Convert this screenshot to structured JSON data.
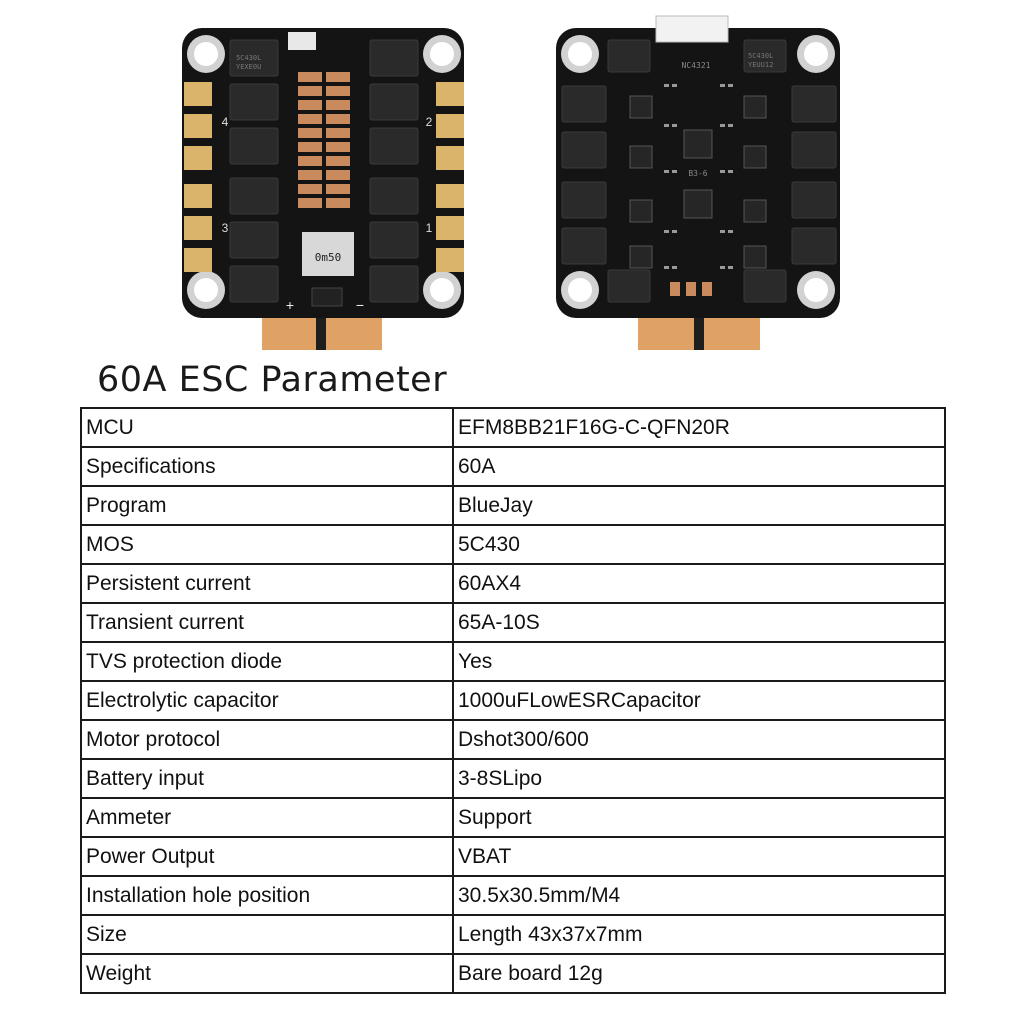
{
  "front_board": {
    "chip_label": "0m50",
    "motor_labels": [
      "4",
      "3",
      "2",
      "1"
    ],
    "polarity_plus": "+",
    "polarity_minus": "−",
    "mosfet_text": "5C430L",
    "mosfet_code": "YEXE0U"
  },
  "back_board": {
    "mosfet_text": "5C430L",
    "mosfet_code": "YEUU12",
    "connector_text": "NC4321",
    "mcu_mark": "B3-6"
  },
  "title": "60A ESC Parameter",
  "params": [
    {
      "key": "MCU",
      "value": "EFM8BB21F16G-C-QFN20R"
    },
    {
      "key": "Specifications",
      "value": "60A"
    },
    {
      "key": "Program",
      "value": "BlueJay"
    },
    {
      "key": "MOS",
      "value": "5C430"
    },
    {
      "key": "Persistent current",
      "value": "60AX4"
    },
    {
      "key": "Transient current",
      "value": "65A-10S"
    },
    {
      "key": "TVS protection diode",
      "value": "Yes"
    },
    {
      "key": "Electrolytic capacitor",
      "value": "1000uFLowESRCapacitor"
    },
    {
      "key": "Motor protocol",
      "value": "Dshot300/600"
    },
    {
      "key": "Battery input",
      "value": "3-8SLipo"
    },
    {
      "key": "Ammeter",
      "value": "Support"
    },
    {
      "key": "Power Output",
      "value": "VBAT"
    },
    {
      "key": "Installation hole position",
      "value": "30.5x30.5mm/M4"
    },
    {
      "key": "Size",
      "value": "Length 43x37x7mm"
    },
    {
      "key": "Weight",
      "value": "Bare board 12g"
    }
  ],
  "colors": {
    "pcb": "#141414",
    "copper": "#e0a264",
    "gold_pad": "#d9b46a",
    "mosfet": "#2a2a2a",
    "capacitor": "#c98a5e"
  }
}
